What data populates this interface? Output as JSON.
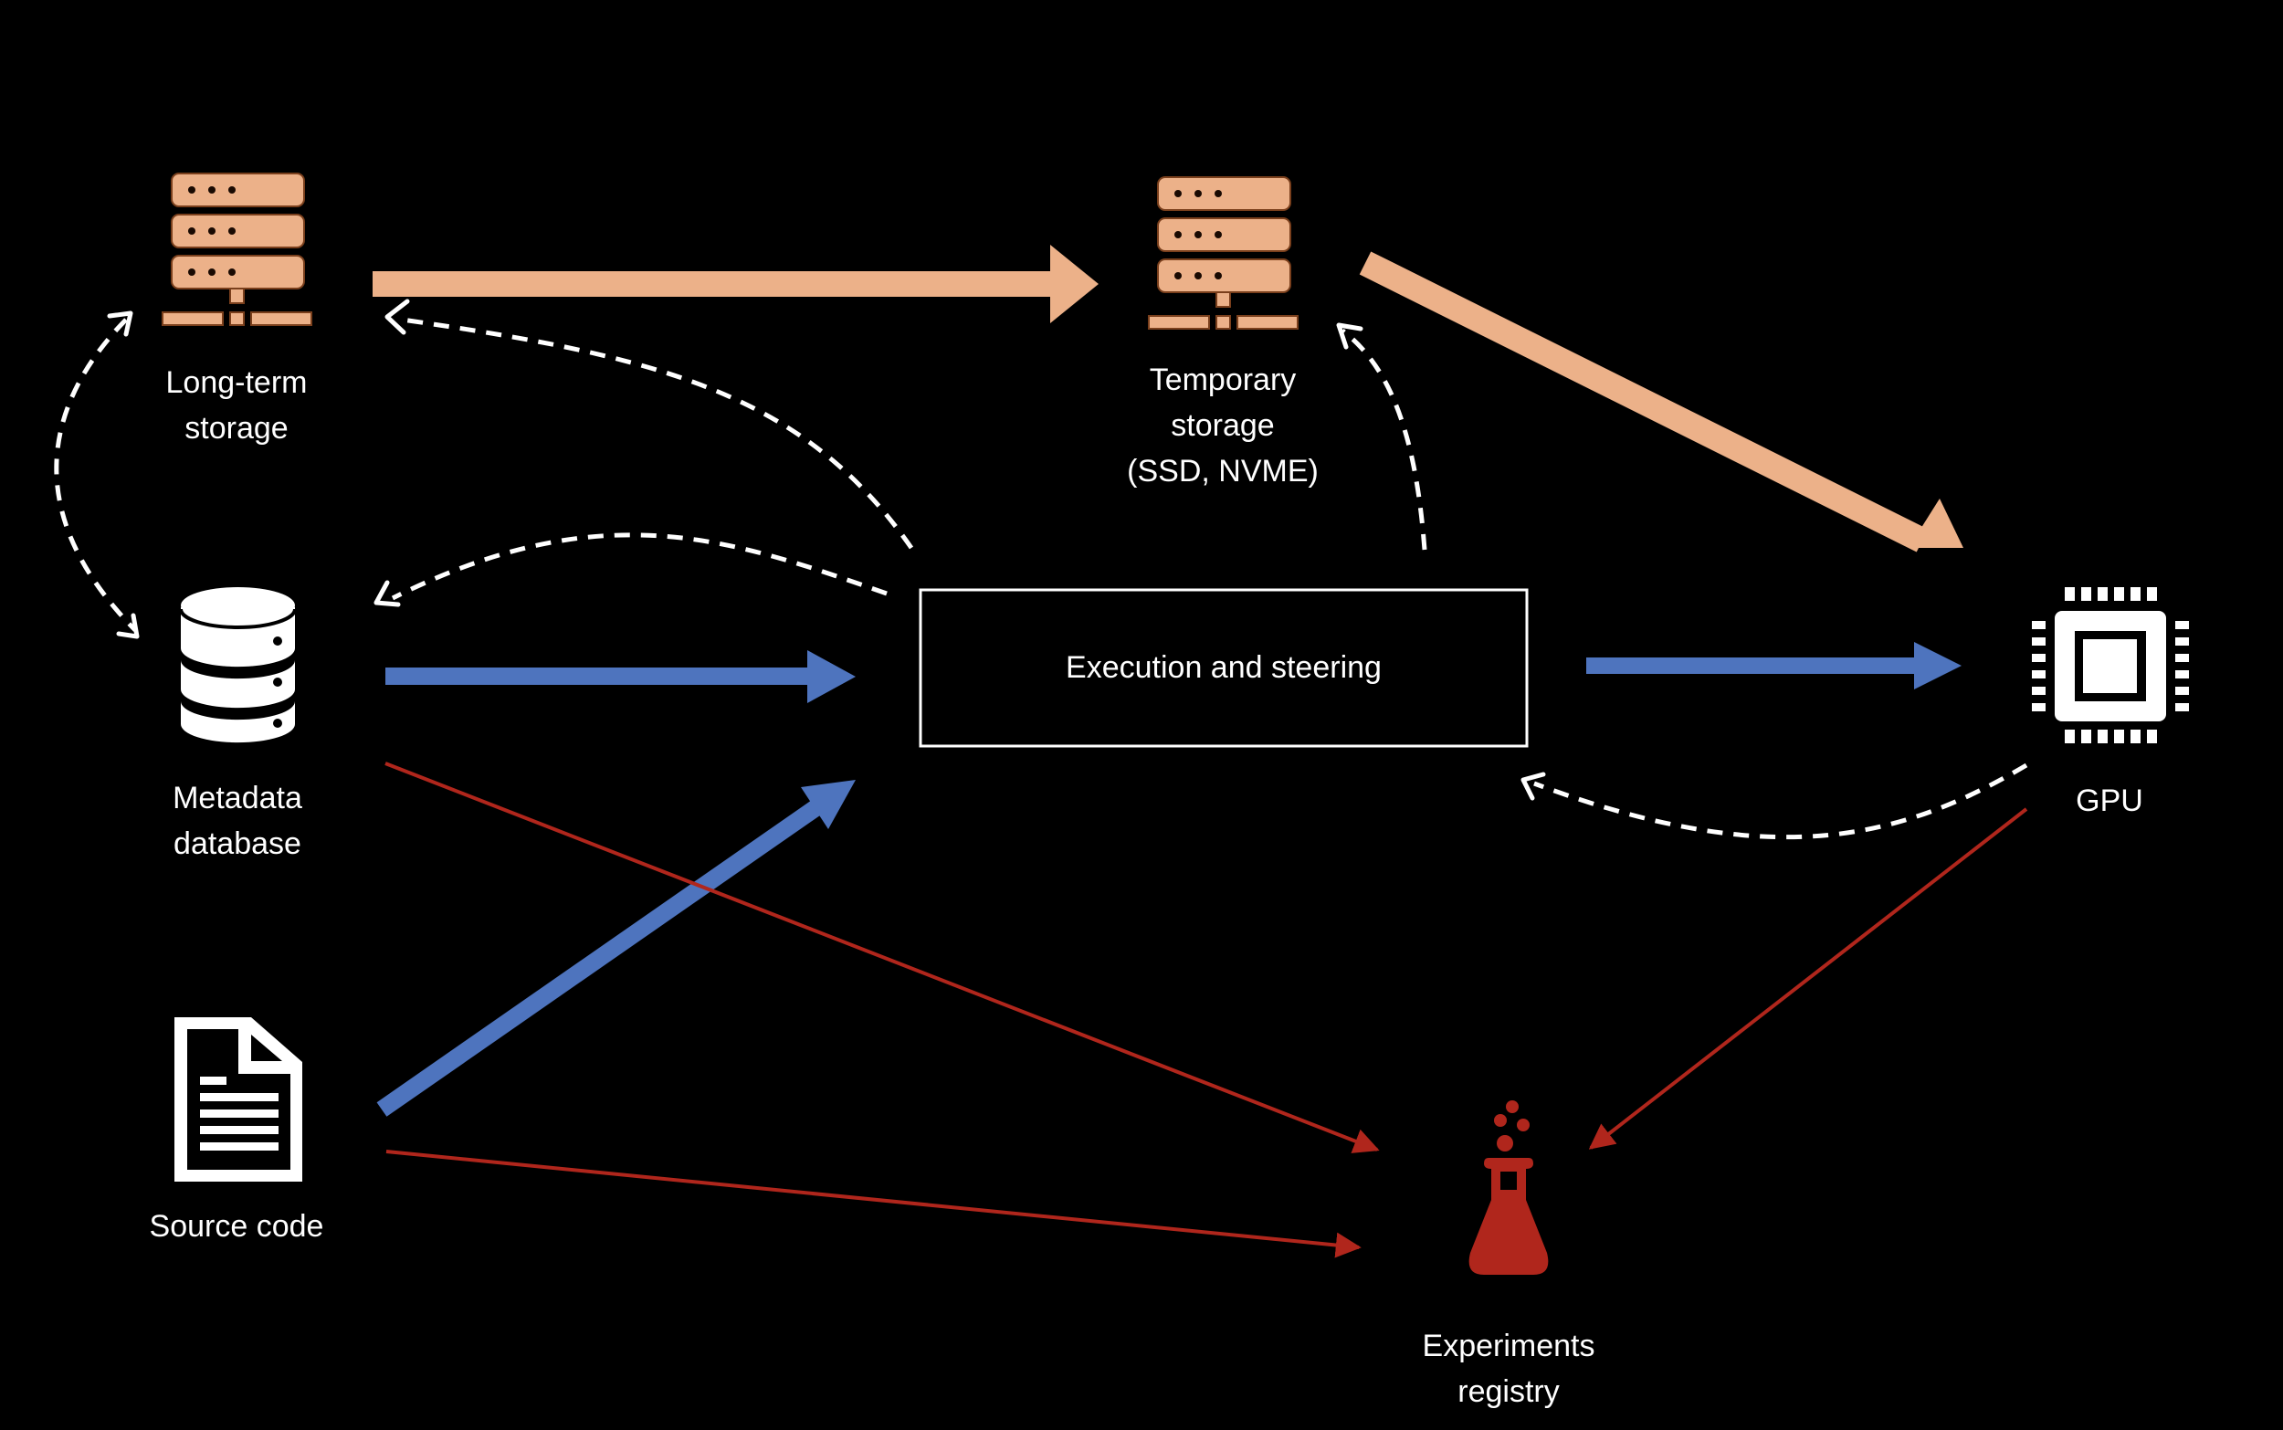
{
  "title": "Execution and steering data flow",
  "colors": {
    "background": "#000000",
    "storage": "#ecb189",
    "storage_outline": "#7a3f1c",
    "compute": "#4e74be",
    "registry": "#b0261c",
    "control": "#ffffff"
  },
  "nodes": {
    "long_term_storage": {
      "icon": "server-icon",
      "label_lines": [
        "Long-term",
        "storage"
      ]
    },
    "temporary_storage": {
      "icon": "server-icon",
      "label_lines": [
        "Temporary",
        "storage",
        "(SSD, NVME)"
      ]
    },
    "metadata_database": {
      "icon": "database-icon",
      "label_lines": [
        "Metadata",
        "database"
      ]
    },
    "source_code": {
      "icon": "document-icon",
      "label_lines": [
        "Source code"
      ]
    },
    "execution": {
      "label": "Execution and steering"
    },
    "gpu": {
      "icon": "chip-icon",
      "label_lines": [
        "GPU"
      ]
    },
    "experiments_registry": {
      "icon": "flask-icon",
      "label_lines": [
        "Experiments",
        "registry"
      ]
    }
  },
  "edges": [
    {
      "from": "long_term_storage",
      "to": "temporary_storage",
      "style": "thick-orange"
    },
    {
      "from": "temporary_storage",
      "to": "gpu",
      "style": "thick-orange"
    },
    {
      "from": "metadata_database",
      "to": "execution",
      "style": "thick-blue"
    },
    {
      "from": "source_code",
      "to": "execution",
      "style": "thick-blue"
    },
    {
      "from": "execution",
      "to": "gpu",
      "style": "thick-blue"
    },
    {
      "from": "execution",
      "to": "long_term_storage",
      "style": "dashed-white"
    },
    {
      "from": "execution",
      "to": "metadata_database",
      "style": "dashed-white"
    },
    {
      "from": "execution",
      "to": "temporary_storage",
      "style": "dashed-white"
    },
    {
      "from": "gpu",
      "to": "execution",
      "style": "dashed-white"
    },
    {
      "from": "long_term_storage",
      "to": "metadata_database",
      "style": "dashed-white-bidirectional"
    },
    {
      "from": "metadata_database",
      "to": "experiments_registry",
      "style": "thin-red"
    },
    {
      "from": "source_code",
      "to": "experiments_registry",
      "style": "thin-red"
    },
    {
      "from": "gpu",
      "to": "experiments_registry",
      "style": "thin-red"
    }
  ]
}
